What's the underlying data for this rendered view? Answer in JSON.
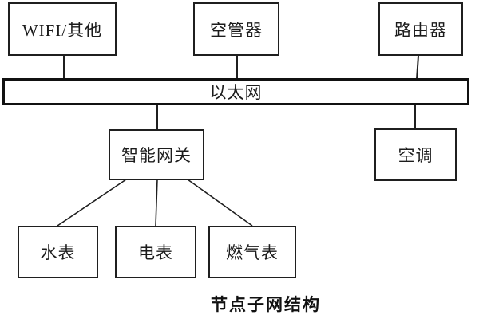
{
  "diagram": {
    "caption": "节点子网结构",
    "bus": {
      "label": "以太网"
    },
    "nodes": {
      "wifi": {
        "label": "WIFI/其他"
      },
      "air_controller": {
        "label": "空管器"
      },
      "router": {
        "label": "路由器"
      },
      "gateway": {
        "label": "智能网关"
      },
      "air_conditioner": {
        "label": "空调"
      },
      "water_meter": {
        "label": "水表"
      },
      "electric_meter": {
        "label": "电表"
      },
      "gas_meter": {
        "label": "燃气表"
      }
    },
    "connections": [
      "WIFI/其他 - 以太网",
      "空管器 - 以太网",
      "路由器 - 以太网",
      "以太网 - 智能网关",
      "以太网 - 空调",
      "智能网关 - 水表",
      "智能网关 - 电表",
      "智能网关 - 燃气表"
    ],
    "colors": {
      "line": "#1f1f1f",
      "background": "#ffffff"
    }
  }
}
